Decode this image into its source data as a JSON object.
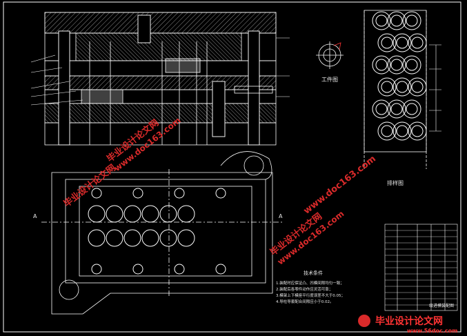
{
  "drawing": {
    "workpiece_view_label": "工件图",
    "strip_layout_label": "排样图",
    "section_marker": "A",
    "tech_requirements": {
      "title": "技术条件",
      "items": [
        "1.装配时应保证凸、凹模间隙均匀一致；",
        "2.装配后各零件动作应灵活可靠；",
        "3.模架上下模座平行度误差不大于0.05；",
        "4.导柱导套配合间隙应小于0.02。"
      ]
    },
    "title_block": {
      "drawing_name": "级进模装配图"
    }
  },
  "watermarks": {
    "cn_text": "毕业设计论文网",
    "url_text": "www.doc163.com",
    "url_text_bottom": "www.56doc.com"
  },
  "colors": {
    "background": "#000000",
    "lines": "#ffffff",
    "watermark": "#d92a2a"
  }
}
